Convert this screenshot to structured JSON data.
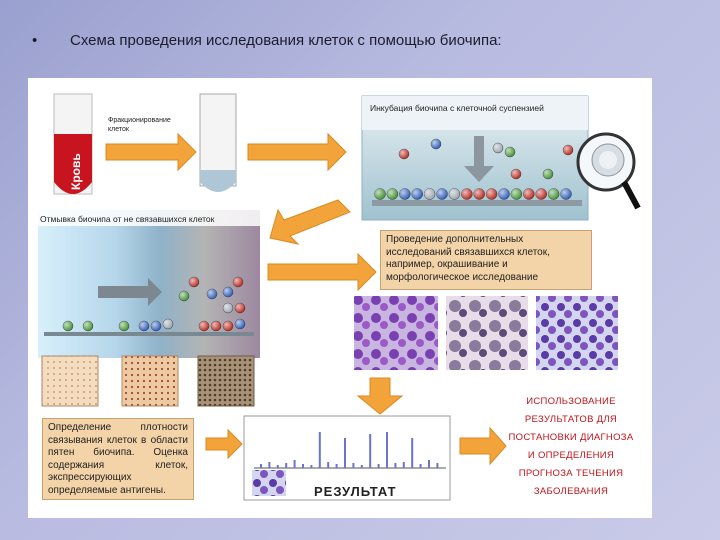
{
  "slide": {
    "bullet": "•",
    "title": "Схема проведения исследования клеток с помощью биочипа:"
  },
  "diagram": {
    "tube_label": "Кровь",
    "enrichment_label_line1": "Фракционирование",
    "enrichment_label_line2": "клеток",
    "incubation_label": "Инкубация биочипа с клеточной суспензией",
    "washing_label": "Отмывка биочипа от не связавшихся клеток",
    "additional_study": "Проведение дополнительных исследований связавшихся клеток, например, окрашивание и морфологическое исследование",
    "density_text": "Определение плотности связывания клеток в области пятен биочипа. Оценка содержания клеток, экспрессирующих определяемые антигены.",
    "result_label": "РЕЗУЛЬТАТ",
    "usage_lines": [
      "ИСПОЛЬЗОВАНИЕ",
      "РЕЗУЛЬТАТОВ ДЛЯ",
      "ПОСТАНОВКИ ДИАГНОЗА",
      "И ОПРЕДЕЛЕНИЯ",
      "ПРОГНОЗА ТЕЧЕНИЯ",
      "ЗАБОЛЕВАНИЯ"
    ],
    "colors": {
      "blood": "#c8141e",
      "arrow_orange": "#f2a33a",
      "cell_green": "#3f8f2f",
      "cell_blue": "#2a59b8",
      "cell_red": "#b8241c",
      "cell_grey": "#9aa3ad",
      "usage_text": "#c0141a"
    }
  }
}
